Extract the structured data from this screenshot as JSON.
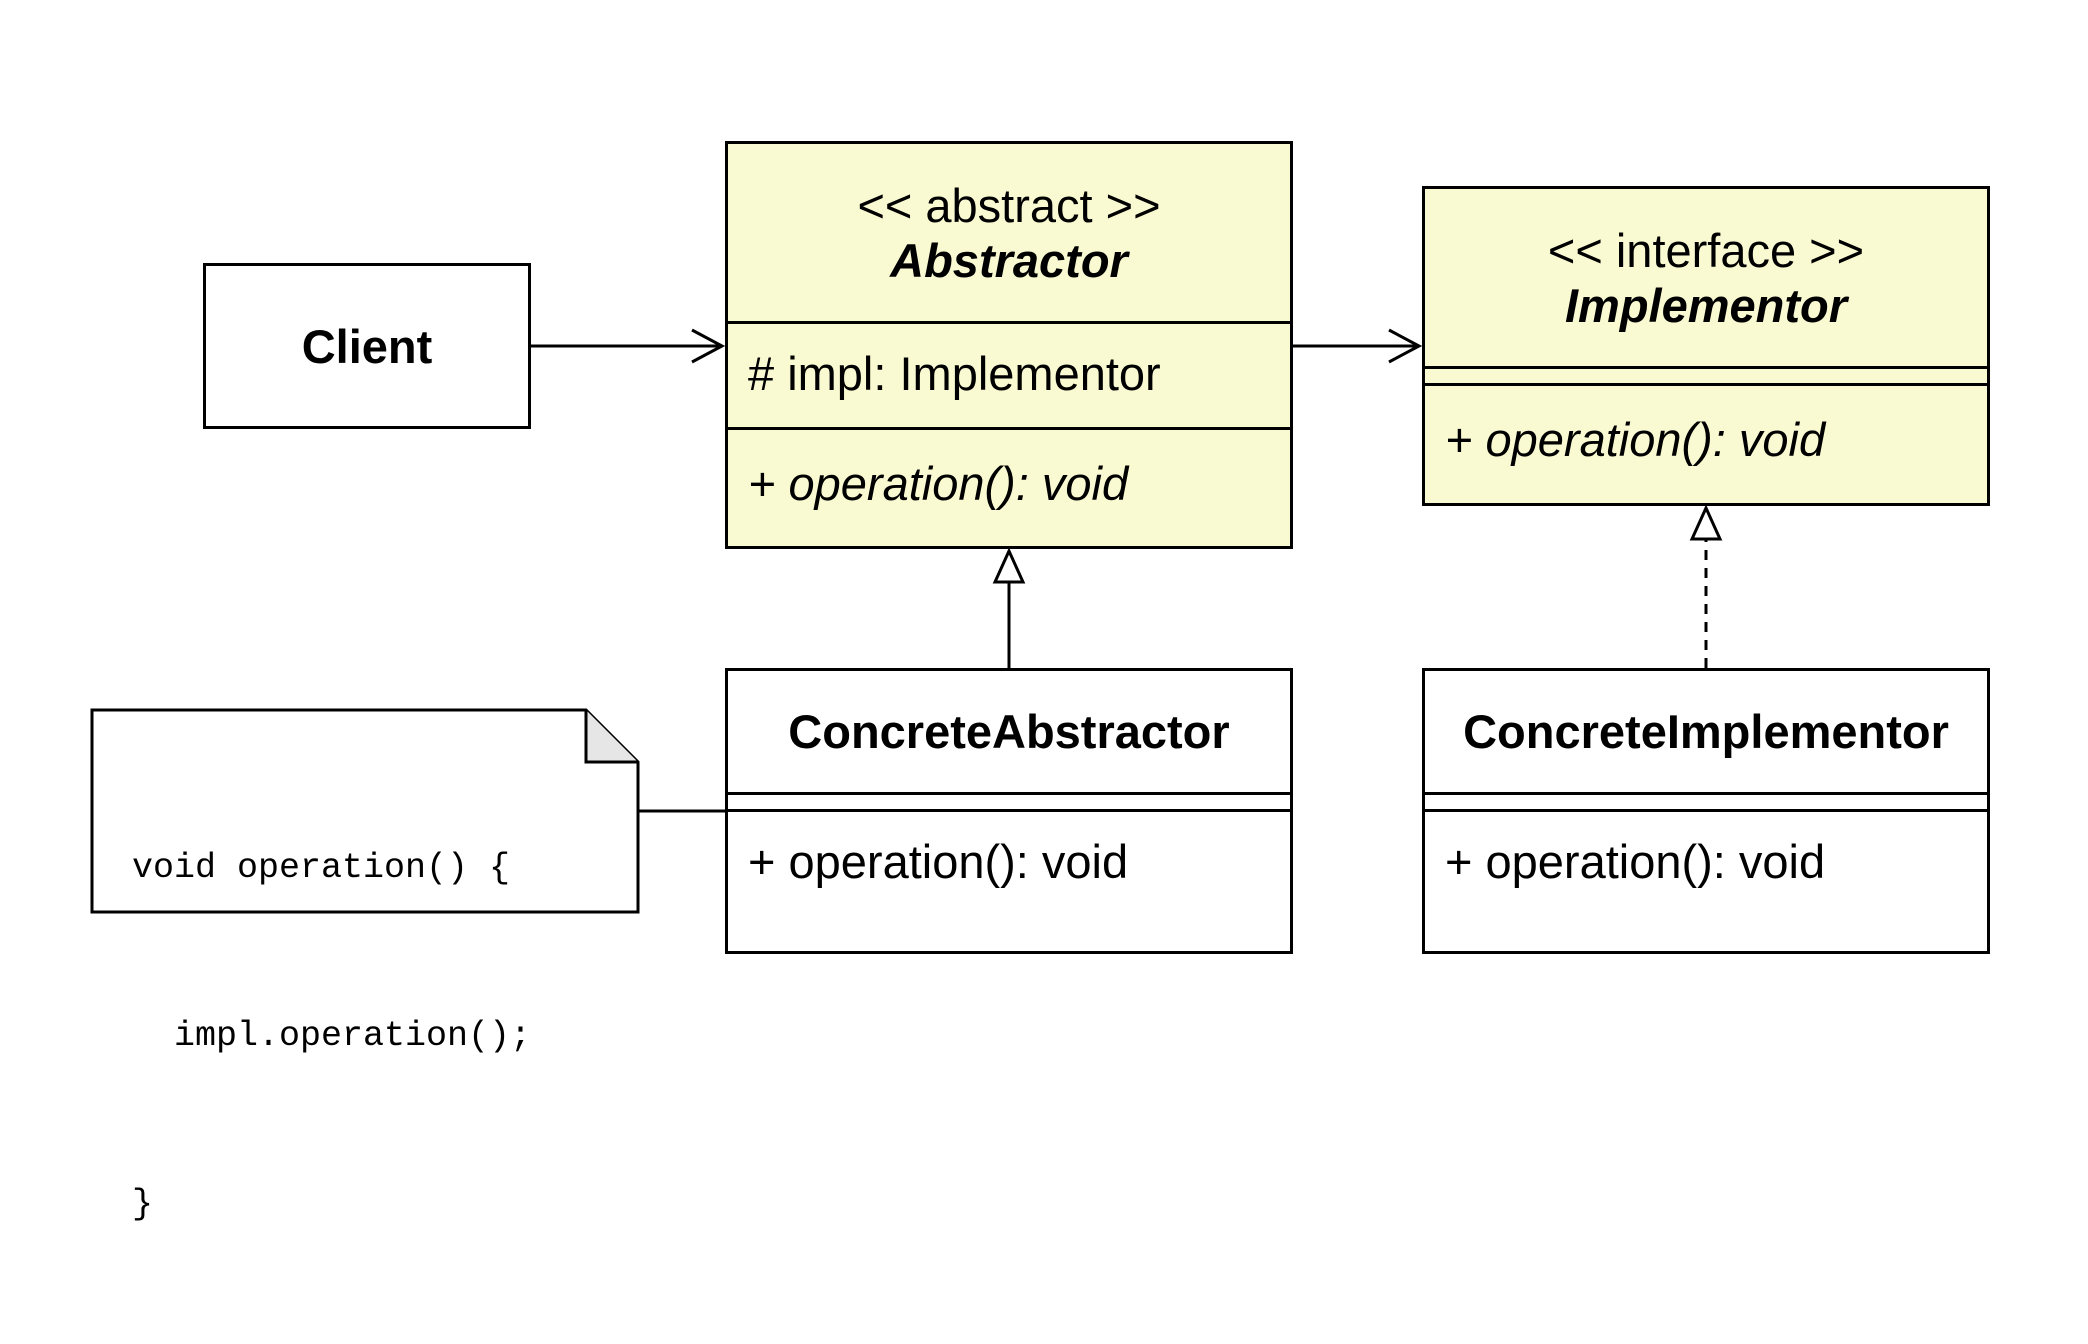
{
  "client": {
    "name": "Client"
  },
  "abstractor": {
    "stereotype": "<< abstract >>",
    "name": "Abstractor",
    "attribute": "# impl: Implementor",
    "operation": "+ operation(): void"
  },
  "implementor": {
    "stereotype": "<< interface >>",
    "name": "Implementor",
    "operation": "+ operation(): void"
  },
  "concrete_abstractor": {
    "name": "ConcreteAbstractor",
    "operation": "+ operation(): void"
  },
  "concrete_implementor": {
    "name": "ConcreteImplementor",
    "operation": "+ operation(): void"
  },
  "note": {
    "lines": [
      "void operation() {",
      "  impl.operation();",
      "}"
    ]
  },
  "colors": {
    "abstract_fill": "#fafad2",
    "plain_fill": "#ffffff",
    "stroke": "#000000"
  }
}
